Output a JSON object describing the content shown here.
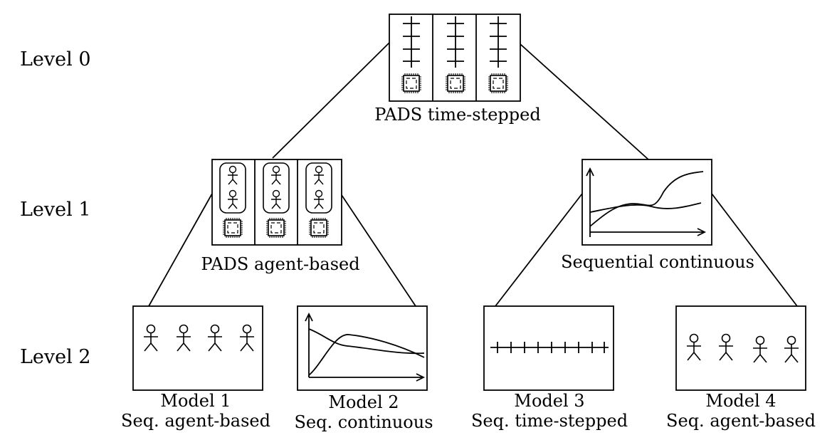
{
  "levels": [
    "Level 0",
    "Level 1",
    "Level 2"
  ],
  "nodes": {
    "root": {
      "caption": "PADS time-stepped"
    },
    "pads_agent": {
      "caption": "PADS agent-based"
    },
    "seq_continuous": {
      "caption": "Sequential continuous"
    },
    "model1": {
      "title": "Model 1",
      "caption": "Seq. agent-based"
    },
    "model2": {
      "title": "Model 2",
      "caption": "Seq. continuous"
    },
    "model3": {
      "title": "Model 3",
      "caption": "Seq. time-stepped"
    },
    "model4": {
      "title": "Model 4",
      "caption": "Seq. agent-based"
    }
  }
}
